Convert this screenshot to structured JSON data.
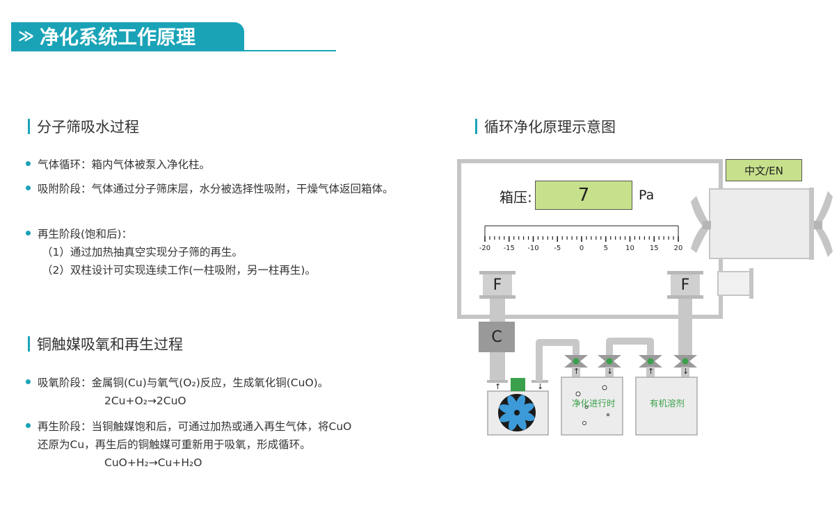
{
  "header": {
    "chevron": "≫",
    "title": "净化系统工作原理"
  },
  "left": {
    "section1": {
      "heading": "分子筛吸水过程",
      "bullets": [
        "气体循环：箱内气体被泵入净化柱。",
        "吸附阶段：气体通过分子筛床层，水分被选择性吸附，干燥气体返回箱体。",
        "再生阶段(饱和后)："
      ],
      "sub": [
        "（1）通过加热抽真空实现分子筛的再生。",
        "（2）双柱设计可实现连续工作(一柱吸附，另一柱再生)。"
      ]
    },
    "section2": {
      "heading": "铜触媒吸氧和再生过程",
      "b1": "吸氧阶段：金属铜(Cu)与氧气(O₂)反应，生成氧化铜(CuO)。",
      "eq1": "2Cu+O₂→2CuO",
      "b2": "再生阶段：当铜触媒饱和后，可通过加热或通入再生气体，将CuO",
      "b2_cont": "还原为Cu，再生后的铜触媒可重新用于吸氧，形成循环。",
      "eq2": "CuO+H₂→Cu+H₂O"
    }
  },
  "diagram": {
    "heading": "循环净化原理示意图",
    "lang_button": "中文/EN",
    "pressure_label": "箱压:",
    "pressure_value": "7",
    "pressure_unit": "Pa",
    "scale_ticks": [
      "-20",
      "-15",
      "-10",
      "-5",
      "0",
      "5",
      "10",
      "15",
      "20"
    ],
    "filter_left": "F",
    "filter_right": "F",
    "column": "C",
    "arrows": {
      "up": "↑",
      "down": "↓"
    },
    "tank_middle": "净化进行时",
    "tank_right": "有机溶剂",
    "colors": {
      "accent": "#1aa3b7",
      "display": "#c7e08b",
      "equipment": "#c5c5c5",
      "indicator": "#3aa04b",
      "fan": "#3d9ad8"
    },
    "icons": [
      "fan-icon",
      "fan-blades-icon",
      "valve-icon"
    ]
  }
}
